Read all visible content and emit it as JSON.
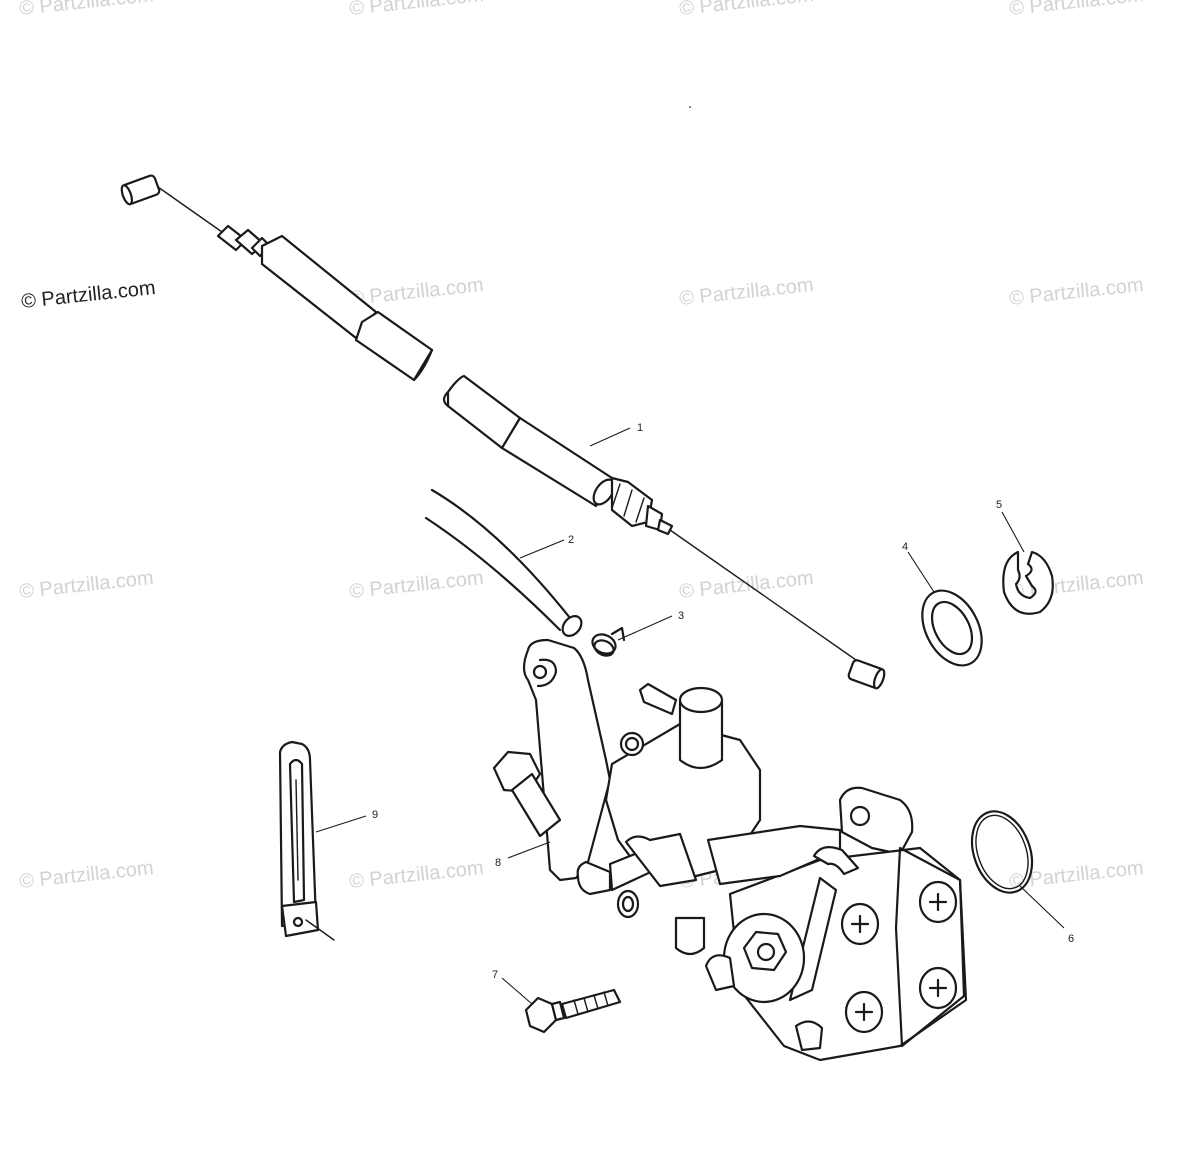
{
  "watermark": {
    "primary": "© Partzilla.com",
    "faint": "© Partzilla.com",
    "faint_color": "#d2d2d2",
    "primary_color": "#222222"
  },
  "callouts": [
    {
      "id": "1",
      "text": "1"
    },
    {
      "id": "2",
      "text": "2"
    },
    {
      "id": "3",
      "text": "3"
    },
    {
      "id": "4",
      "text": "4"
    },
    {
      "id": "5",
      "text": "5"
    },
    {
      "id": "6",
      "text": "6"
    },
    {
      "id": "7",
      "text": "7"
    },
    {
      "id": "8",
      "text": "8"
    },
    {
      "id": "9",
      "text": "9"
    }
  ],
  "colors": {
    "ink": "#1a1a1a",
    "background": "#ffffff"
  }
}
